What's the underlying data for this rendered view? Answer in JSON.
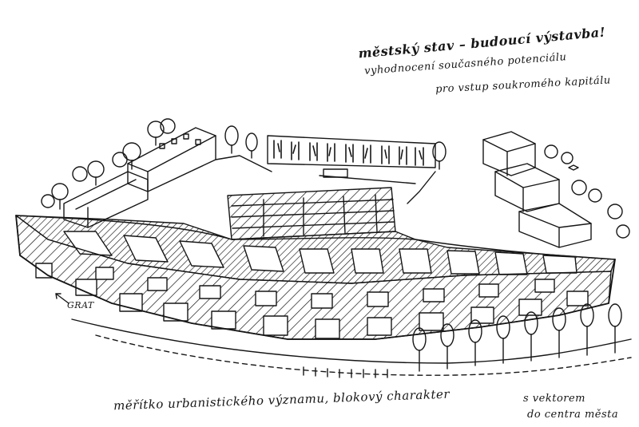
{
  "notes": {
    "top_line1": "městský stav – budoucí výstavba!",
    "top_line2": "vyhodnocení současného potenciálu",
    "top_line3": "pro vstup soukromého kapitálu",
    "bottom_line1": "měřítko urbanistického významu, blokový charakter",
    "bottom_right1": "s vektorem",
    "bottom_right2": "do centra města"
  },
  "labels": {
    "entrance": "GRAT"
  },
  "style": {
    "ink": "#161616",
    "paper": "#ffffff"
  }
}
